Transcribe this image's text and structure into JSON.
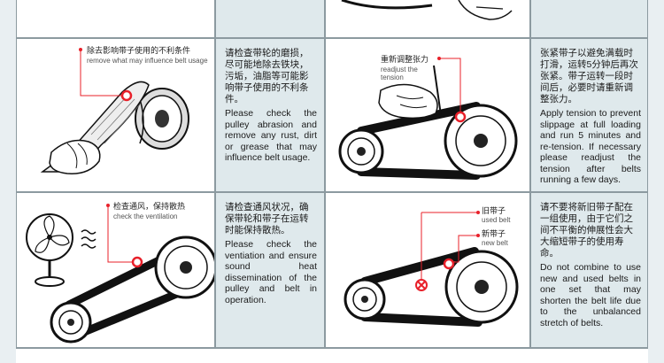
{
  "rows": [
    {
      "left_image": {
        "icon": "hand-wiping-pulley-illustration",
        "callout_cn": "除去影响带子使用的不利条件",
        "callout_en": "remove what may influence belt usage"
      },
      "left_text": {
        "cn": "请检查带轮的磨损，尽可能地除去铁块，污垢，油脂等可能影响带子使用的不利条件。",
        "en": "Please check the pulley abrasion and remove any rust, dirt or grease that may influence belt usage."
      },
      "right_image": {
        "icon": "hand-checking-belt-tension-illustration",
        "callout_cn": "重新调整张力",
        "callout_en": "readjust the tension"
      },
      "right_text": {
        "cn": "张紧带子以避免满载时打滑，运转5分钟后再次张紧。带子运转一段时间后，必要时请重新调整张力。",
        "en": "Apply tension to prevent slippage at full loading and run 5 minutes and re-tension. If necessary please readjust the tension after belts running a few days."
      }
    },
    {
      "left_image": {
        "icon": "fan-ventilating-belt-drive-illustration",
        "callout_cn": "检查通风，保持散热",
        "callout_en": "check the ventilation"
      },
      "left_text": {
        "cn": "请检查通风状况，确保带轮和带子在运转时能保持散热。",
        "en": "Please check the ventiation and ensure sound heat dissemination of the pulley and belt in operation."
      },
      "right_image": {
        "icon": "old-and-new-belt-illustration",
        "callout1_cn": "旧带子",
        "callout1_en": "used belt",
        "callout2_cn": "新带子",
        "callout2_en": "new belt"
      },
      "right_text": {
        "cn": "请不要将新旧带子配在一组使用，由于它们之间不平衡的伸展性会大大缩短带子的使用寿命。",
        "en": "Do not combine to use new and used belts in one set that may shorten the belt life due to the unbalanced stretch of belts."
      }
    }
  ],
  "colors": {
    "accent": "#e8202a",
    "panel": "#dfe9ec",
    "line": "#8c9aa0",
    "ink": "#1a1a1a"
  }
}
